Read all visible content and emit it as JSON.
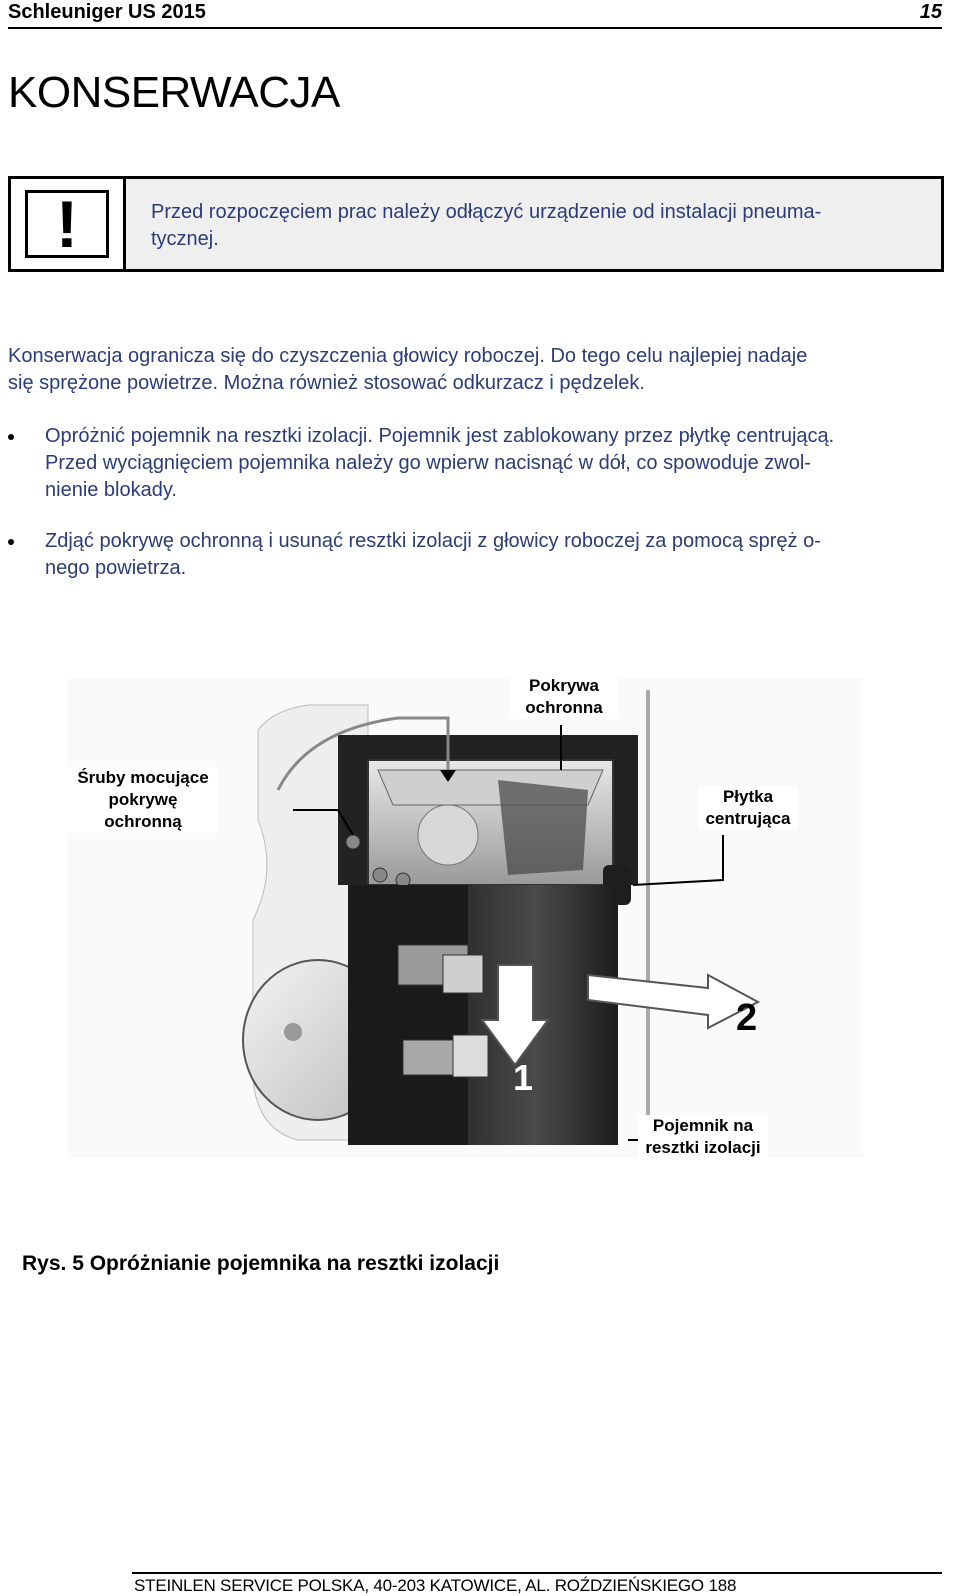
{
  "header": {
    "left": "Schleuniger US 2015",
    "right": "15"
  },
  "page_title": "KONSERWACJA",
  "warning": {
    "icon": "exclamation-icon",
    "symbol": "!",
    "lines": [
      "Przed rozpoczęciem prac należy odłączyć urządzenie od instalacji pneuma-",
      "tycznej."
    ]
  },
  "intro": {
    "lines": [
      "Konserwacja ogranicza się do czyszczenia głowicy roboczej. Do tego celu najlepiej nadaje",
      "się sprężone powietrze. Można również stosować odkurzacz i pędzelek."
    ]
  },
  "bullets": [
    {
      "lines": [
        "Opróżnić pojemnik na resztki izolacji. Pojemnik jest zablokowany przez płytkę centrującą.",
        "Przed wyciągnięciem pojemnika należy go wpierw nacisnąć w dół, co spowoduje zwol-",
        "nienie blokady."
      ]
    },
    {
      "lines": [
        "Zdjąć pokrywę ochronną i usunąć resztki izolacji z głowicy roboczej za pomocą spręż o-",
        "nego powietrza."
      ]
    }
  ],
  "figure": {
    "callouts": {
      "lid": [
        "Pokrywa",
        "ochronna"
      ],
      "screws": [
        "Śruby mocujące",
        "pokrywę",
        "ochronną"
      ],
      "plate": [
        "Płytka",
        "centrująca"
      ],
      "bin": [
        "Pojemnik na",
        "resztki izolacji"
      ]
    },
    "step_labels": {
      "down": "1",
      "right": "2"
    }
  },
  "caption": "Rys. 5 Opróżnianie pojemnika na resztki izolacji",
  "footer": "STEINLEN SERVICE POLSKA, 40-203 KATOWICE, AL. ROŹDZIEŃSKIEGO 188"
}
